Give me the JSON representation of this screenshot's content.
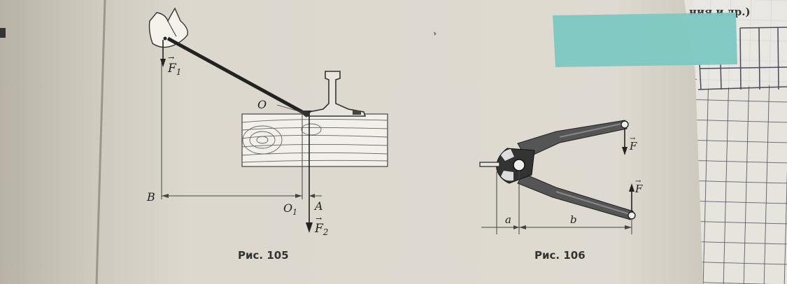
{
  "left_page": {
    "figure_105": {
      "caption": "Рис. 105",
      "labels": {
        "F1": "F",
        "F1_sub": "1",
        "F2": "F",
        "F2_sub": "2",
        "O": "O",
        "O1": "O",
        "O1_sub": "1",
        "A": "A",
        "B": "B"
      }
    },
    "figure_106": {
      "caption": "Рис. 106",
      "labels": {
        "F_top": "F",
        "F_bottom": "F",
        "a": "a",
        "b": "b"
      }
    }
  },
  "right_page": {
    "header_fragment": "ния и др.)"
  },
  "colors": {
    "paper_left": "#dcd8ce",
    "paper_right": "#e6e3dc",
    "sticky_note": "#7dc8c2",
    "grid_line": "#4a4a5a",
    "ink": "#222222"
  }
}
